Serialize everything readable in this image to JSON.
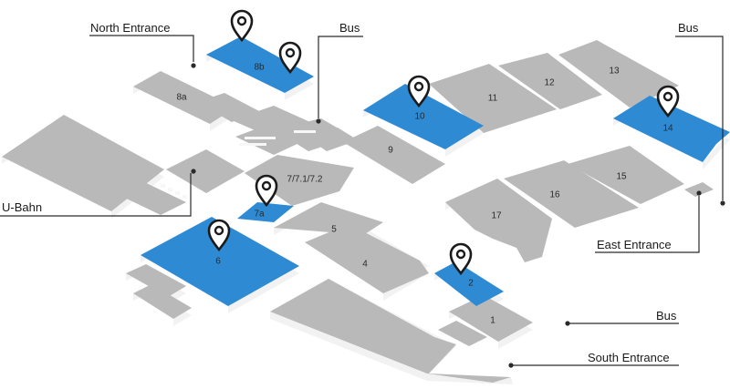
{
  "map": {
    "colors": {
      "hall": "#b9b9b9",
      "highlighted_hall": "#2d8ad3",
      "hall_side": "#f2f2f2",
      "line": "#2a2a2a"
    },
    "halls": [
      {
        "id": "8b",
        "label": "8b",
        "highlighted": true
      },
      {
        "id": "8a",
        "label": "8a",
        "highlighted": false
      },
      {
        "id": "10",
        "label": "10",
        "highlighted": true
      },
      {
        "id": "11",
        "label": "11",
        "highlighted": false
      },
      {
        "id": "12",
        "label": "12",
        "highlighted": false
      },
      {
        "id": "13",
        "label": "13",
        "highlighted": false
      },
      {
        "id": "14",
        "label": "14",
        "highlighted": true
      },
      {
        "id": "9",
        "label": "9",
        "highlighted": false
      },
      {
        "id": "7",
        "label": "7/7.1/7.2",
        "highlighted": false
      },
      {
        "id": "7a",
        "label": "7a",
        "highlighted": true
      },
      {
        "id": "6",
        "label": "6",
        "highlighted": true
      },
      {
        "id": "5",
        "label": "5",
        "highlighted": false
      },
      {
        "id": "4",
        "label": "4",
        "highlighted": false
      },
      {
        "id": "15",
        "label": "15",
        "highlighted": false
      },
      {
        "id": "16",
        "label": "16",
        "highlighted": false
      },
      {
        "id": "17",
        "label": "17",
        "highlighted": false
      },
      {
        "id": "2",
        "label": "2",
        "highlighted": true
      },
      {
        "id": "1",
        "label": "1",
        "highlighted": false
      }
    ],
    "callouts": {
      "north_entrance": "North Entrance",
      "bus_top": "Bus",
      "bus_top_right": "Bus",
      "u_bahn": "U-Bahn",
      "east_entrance": "East Entrance",
      "bus_right": "Bus",
      "south_entrance": "South Entrance"
    },
    "pins": [
      {
        "hall": "8b",
        "icon": "location-pin-icon"
      },
      {
        "hall": "8b",
        "icon": "location-pin-icon"
      },
      {
        "hall": "10",
        "icon": "location-pin-icon"
      },
      {
        "hall": "14",
        "icon": "location-pin-icon"
      },
      {
        "hall": "7a",
        "icon": "location-pin-icon"
      },
      {
        "hall": "6",
        "icon": "location-pin-icon"
      },
      {
        "hall": "2",
        "icon": "location-pin-icon"
      }
    ]
  }
}
